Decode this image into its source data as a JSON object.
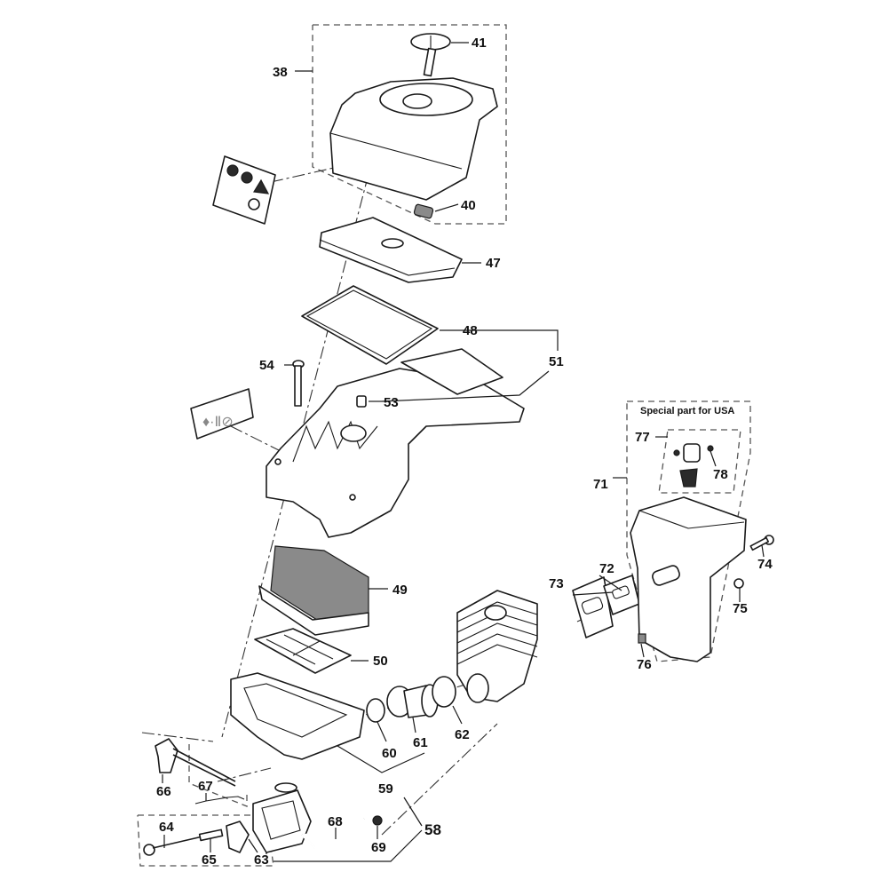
{
  "diagram": {
    "title": "Air filter / cylinder / carburettor exploded view",
    "group_note": "Special part for USA",
    "callouts": [
      {
        "id": "38",
        "label": "38"
      },
      {
        "id": "40",
        "label": "40"
      },
      {
        "id": "41",
        "label": "41"
      },
      {
        "id": "47",
        "label": "47"
      },
      {
        "id": "48",
        "label": "48"
      },
      {
        "id": "49",
        "label": "49"
      },
      {
        "id": "50",
        "label": "50"
      },
      {
        "id": "51",
        "label": "51"
      },
      {
        "id": "53",
        "label": "53"
      },
      {
        "id": "54",
        "label": "54"
      },
      {
        "id": "58",
        "label": "58"
      },
      {
        "id": "59",
        "label": "59"
      },
      {
        "id": "60",
        "label": "60"
      },
      {
        "id": "61",
        "label": "61"
      },
      {
        "id": "62",
        "label": "62"
      },
      {
        "id": "63",
        "label": "63"
      },
      {
        "id": "64",
        "label": "64"
      },
      {
        "id": "65",
        "label": "65"
      },
      {
        "id": "66",
        "label": "66"
      },
      {
        "id": "67",
        "label": "67"
      },
      {
        "id": "68",
        "label": "68"
      },
      {
        "id": "69",
        "label": "69"
      },
      {
        "id": "71",
        "label": "71"
      },
      {
        "id": "72",
        "label": "72"
      },
      {
        "id": "73",
        "label": "73"
      },
      {
        "id": "74",
        "label": "74"
      },
      {
        "id": "75",
        "label": "75"
      },
      {
        "id": "76",
        "label": "76"
      },
      {
        "id": "77",
        "label": "77"
      },
      {
        "id": "78",
        "label": "78"
      }
    ],
    "icons": {
      "warning_decal": "warning-decal-icon",
      "fuel_decal": "fuel-decal-icon"
    }
  }
}
